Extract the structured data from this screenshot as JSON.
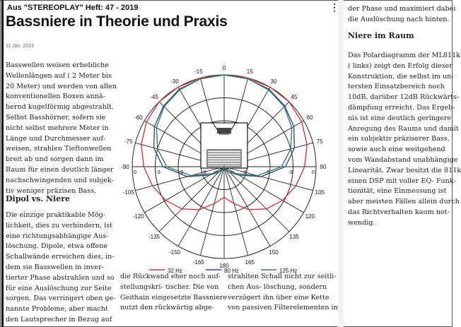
{
  "article": {
    "source": "Aus \"STEREOPLAY\" Heft: 47 - 2019",
    "title": "Bassniere in Theorie und Praxis",
    "date": "11 Jan. 2019",
    "menu_icon": "more-vert-icon",
    "col1_lines": [
      "Basswellen weisen erhebliche",
      "Wellenlängen auf ( 2 Meter bis",
      "20 Meter) und werden von allen",
      "konventionellen Boxen annä-",
      "hernd kugelförmig abgestrahlt.",
      "Selbst Basshörner, sofern sie",
      "nicht selbst mehrere Meter in",
      "Länge und Durchmesser auf-",
      "weisen, strahlen Tiefton­wellen",
      "breit ab und sorgen dann im",
      "Raum für einen deutlich länger",
      "nachschwingenden und subjek-",
      "tiv weniger präzisen Bass."
    ],
    "heading_dipol": "Dipol vs. Niere",
    "col1b_lines": [
      "Die einzige praktikable Mög-",
      "lichkeit, dies zu verhindern, ist",
      "eine richtungsabhängige Aus-",
      "löschung. Dipole, etwa offene",
      "Schallwände erreichen dies, in-",
      "dem sie Basswellen in inver-",
      "tierter Phase abstrahlen und so",
      "für eine Auslöschung zur Seite",
      "sorgen. Das verringert oben ge-",
      "nannte Probleme, aber macht",
      "den Lautsprecher in Bezug auf"
    ],
    "col2b_lines": [
      "die Rückwand eher noch auf-",
      "stellungskri- tischer. Die von",
      "Geithain eingesetzte Bassniere",
      "nutzt den rückwärtig abge-"
    ],
    "col3b_lines": [
      "strahlten Schall nicht zur seitli-",
      "chen Aus- löschung, sondern",
      "verzögert ihn über eine Kette",
      "von passiven Filterelementen in"
    ],
    "right_top_lines": [
      "der Phase und maximiert dabei",
      "die Auslöschung nach hinten."
    ],
    "heading_niere": "Niere im Raum",
    "right_lines": [
      "Das Polardiagramm der ML811k",
      "( links) zeigt den Erfolg dieser",
      "Konstruktion, die selbst im un-",
      "tersten Einsatzbereich noch",
      "10dB, darüber 12dB Rückwärts-",
      "dämpfung erreicht. Das Ergeb-",
      "nis ist eine deutlich geringere",
      "Anregung des Raums und damit",
      "ein subjektiv präziserer Bass,",
      "sowie auch eine weitgehend",
      "vom Wandabstand unabhängige",
      "Linearität. Zwar besitzt die 811k",
      "einen DSP mit voller EQ- Funk-",
      "tionität, eine Einmessung ist",
      "aber meisten Fällen allein durch",
      "das Richtverhalten kaum not-",
      "wendig."
    ]
  },
  "polar": {
    "angle_labels": [
      "0",
      "15",
      "-15",
      "30",
      "-30",
      "45",
      "-45",
      "60",
      "-60",
      "75",
      "-75",
      "90",
      "-90",
      "105",
      "-105",
      "120",
      "-120",
      "135",
      "-135",
      "150",
      "-150",
      "165",
      "-165",
      "180"
    ],
    "db_labels": [
      "0",
      "-3",
      "-6",
      "-9",
      "-9",
      "-6",
      "-3",
      "0"
    ],
    "legend": [
      {
        "name": "32 Hz",
        "color": "#cc3b3b"
      },
      {
        "name": "80 Hz",
        "color": "#2b4a8a"
      },
      {
        "name": "125 Hz",
        "color": "#3a7a5a"
      }
    ]
  },
  "chart_data": {
    "type": "polar",
    "title": "",
    "theta_unit": "degrees",
    "r_unit": "dB",
    "theta_ticks": [
      0,
      15,
      30,
      45,
      60,
      75,
      90,
      105,
      120,
      135,
      150,
      165,
      180,
      -165,
      -150,
      -135,
      -120,
      -105,
      -90,
      -75,
      -60,
      -45,
      -30,
      -15
    ],
    "r_ticks": [
      0,
      -3,
      -6,
      -9
    ],
    "rlim": [
      -12,
      0
    ],
    "theta": [
      0,
      15,
      30,
      45,
      60,
      75,
      90,
      105,
      120,
      135,
      150,
      165,
      180
    ],
    "series": [
      {
        "name": "32 Hz",
        "color": "#cc3b3b",
        "values": [
          0,
          0,
          0,
          0,
          -0.3,
          -0.8,
          -1.5,
          -2.3,
          -3.2,
          -4.2,
          -5.5,
          -7.0,
          -8.0
        ]
      },
      {
        "name": "80 Hz",
        "color": "#2b4a8a",
        "values": [
          0,
          -0.1,
          -0.3,
          -0.8,
          -1.5,
          -2.5,
          -4.0,
          -7.0,
          -9.8,
          -11.0,
          -11.5,
          -11.8,
          -12.0
        ]
      },
      {
        "name": "125 Hz",
        "color": "#3a7a5a",
        "values": [
          0,
          -0.1,
          -0.4,
          -0.9,
          -1.8,
          -3.0,
          -4.5,
          -7.5,
          -10.2,
          -11.2,
          -11.6,
          -11.9,
          -12.0
        ]
      }
    ]
  }
}
